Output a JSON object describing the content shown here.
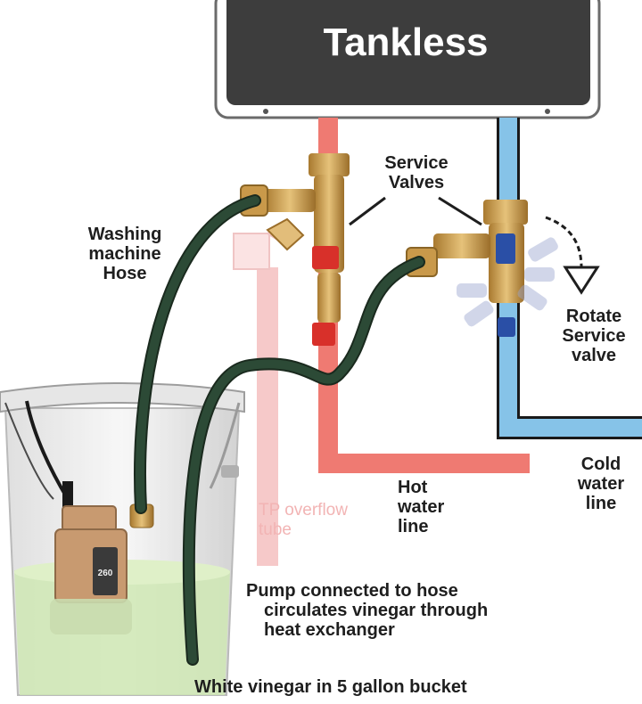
{
  "title": "Tankless",
  "labels": {
    "service_valves": [
      "Service",
      "Valves"
    ],
    "washing_hose": [
      "Washing",
      "machine",
      "Hose"
    ],
    "rotate_valve": [
      "Rotate",
      "Service",
      "valve"
    ],
    "cold_water": [
      "Cold",
      "water",
      "line"
    ],
    "hot_water": [
      "Hot",
      "water",
      "line"
    ],
    "tp_overflow": [
      "TP overflow",
      "tube"
    ],
    "pump_text": [
      "Pump connected to hose",
      "circulates vinegar through",
      "heat exchanger"
    ],
    "vinegar_text": "White vinegar in 5 gallon bucket",
    "pump_display": "260"
  },
  "colors": {
    "hot_pipe": "#ef7a72",
    "cold_pipe": "#86c3e8",
    "tp_tube": "#f6c9c9",
    "hose": "#2c4a36",
    "brass": "#c9994a",
    "valve_handle": "#d8302a",
    "cold_handle": "#2a4fa6",
    "heater_body": "#3d3d3d",
    "pump": "#c89a70",
    "vinegar": "#cfe7b4"
  }
}
